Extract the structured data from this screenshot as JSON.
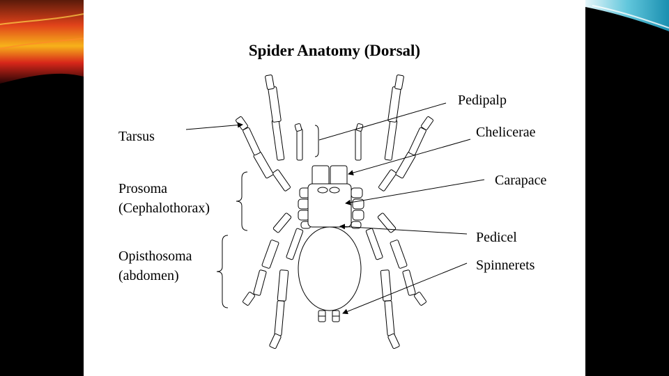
{
  "slide": {
    "title": "Spider Anatomy (Dorsal)"
  },
  "labels": {
    "tarsus": "Tarsus",
    "prosoma": "Prosoma",
    "prosoma_sub": "(Cephalothorax)",
    "opisthosoma": "Opisthosoma",
    "opisthosoma_sub": "(abdomen)",
    "pedipalp": "Pedipalp",
    "chelicerae": "Chelicerae",
    "carapace": "Carapace",
    "pedicel": "Pedicel",
    "spinnerets": "Spinnerets"
  },
  "colors": {
    "slide_background": "#ffffff",
    "frame_background": "#000000",
    "line": "#000000"
  }
}
